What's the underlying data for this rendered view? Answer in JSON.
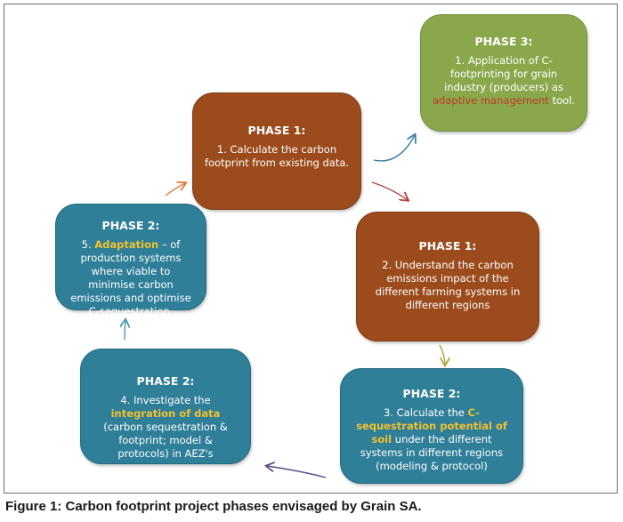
{
  "boxes": {
    "p1_calc": {
      "phase": "PHASE 1:",
      "text": "1. Calculate the carbon footprint from existing data."
    },
    "p3_app": {
      "phase": "PHASE 3:",
      "text_a": "1. Application of C-footprinting for grain industry (producers) as ",
      "highlight": "adaptive management",
      "text_b": " tool.",
      "highlight_color": "#c0392b"
    },
    "p1_understand": {
      "phase": "PHASE 1:",
      "text": "2. Understand the carbon emissions impact of the different farming systems in different regions"
    },
    "p2_seq": {
      "phase": "PHASE 2:",
      "text_a": "3. Calculate the ",
      "highlight": "C-sequestration potential of soil",
      "text_b": " under the different systems in different regions (modeling & protocol)",
      "highlight_color": "#f2c12e"
    },
    "p2_integr": {
      "phase": "PHASE 2:",
      "text_a": "4. Investigate the ",
      "highlight": "integration of data",
      "text_b": "  (carbon sequestration & footprint; model & protocols) in AEZ's",
      "highlight_color": "#f2c12e"
    },
    "p2_adapt": {
      "phase": "PHASE 2:",
      "text_a": "5. ",
      "highlight": "Adaptation",
      "text_b": " – of production systems where viable to minimise carbon emissions and optimise C-sequestration.",
      "highlight_color": "#f2c12e"
    }
  },
  "colors": {
    "brown": "#9c4b1c",
    "teal": "#2f7f98",
    "green": "#8aa84b",
    "arrow_blue": "#3b7ea1",
    "arrow_red": "#b5423a",
    "arrow_orange": "#e07b39",
    "arrow_olive": "#b5a33a",
    "arrow_purple": "#5b4b8a"
  },
  "caption": "Figure 1: Carbon footprint project phases envisaged by Grain SA."
}
